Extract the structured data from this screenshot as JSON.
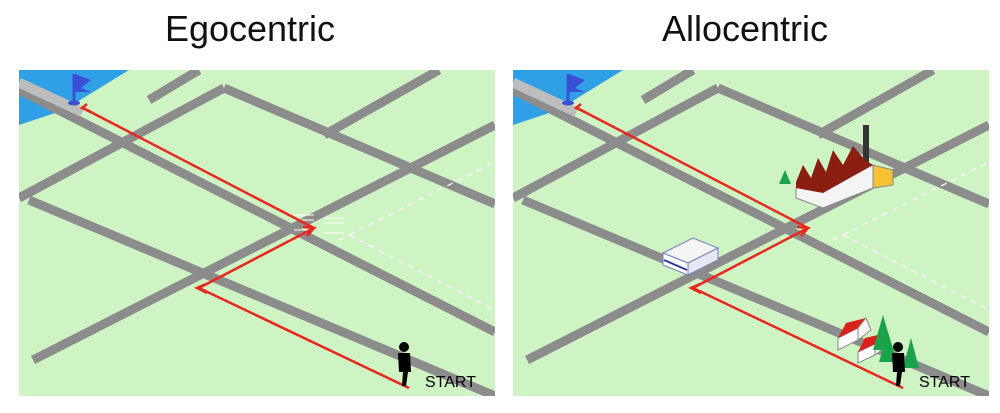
{
  "panels": [
    {
      "title": "Egocentric",
      "start_label": "START",
      "landmarks": []
    },
    {
      "title": "Allocentric",
      "start_label": "START",
      "landmarks": [
        "factory",
        "office-building",
        "houses",
        "trees"
      ]
    }
  ],
  "colors": {
    "grass": "#cdf4c2",
    "road": "#8c8c8c",
    "route": "#e8281e",
    "water": "#2f9fe6",
    "flag": "#3a4fd6",
    "walker": "#000000"
  }
}
